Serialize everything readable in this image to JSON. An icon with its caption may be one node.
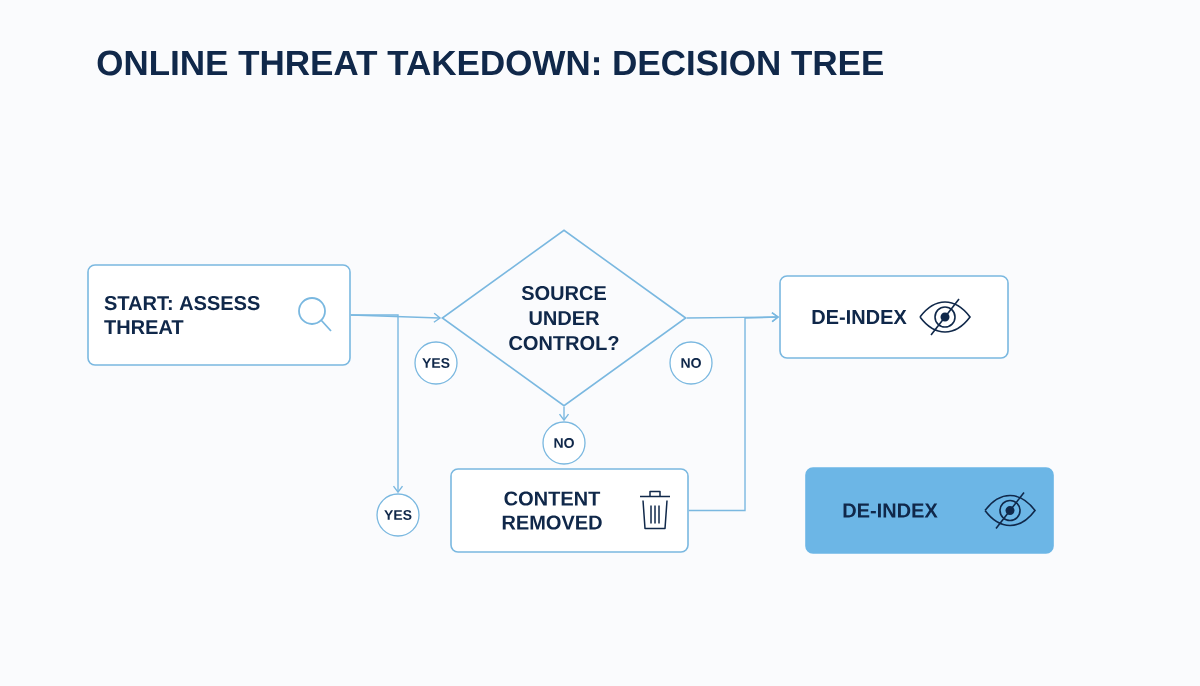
{
  "diagram": {
    "title": "ONLINE THREAT TAKEDOWN: DECISION TREE",
    "nodes": [
      {
        "text": [
          "START: ASSESS THREAT"
        ]
      },
      {
        "text": [
          "SOURCE UNDER CONTROL?"
        ]
      },
      {
        "text": [
          "DE-INDEX"
        ]
      },
      {
        "text": [
          "YES"
        ]
      },
      {
        "text": [
          "NO"
        ]
      },
      {
        "text": [
          "NO"
        ]
      },
      {
        "text": [
          "YES"
        ]
      },
      {
        "text": [
          "CONTENT REMOVED"
        ]
      },
      {
        "text": [
          "DE-INDEX"
        ]
      }
    ],
    "edges": [
      {
        "from": 0,
        "to": 1,
        "arrow": "to"
      },
      {
        "from": 0,
        "to": 6,
        "arrow": "to"
      },
      {
        "from": 1,
        "to": 5,
        "arrow": "to"
      },
      {
        "from": 1,
        "to": 2,
        "arrow": "to"
      },
      {
        "from": 7,
        "to": 2,
        "arrow": "to"
      }
    ]
  }
}
